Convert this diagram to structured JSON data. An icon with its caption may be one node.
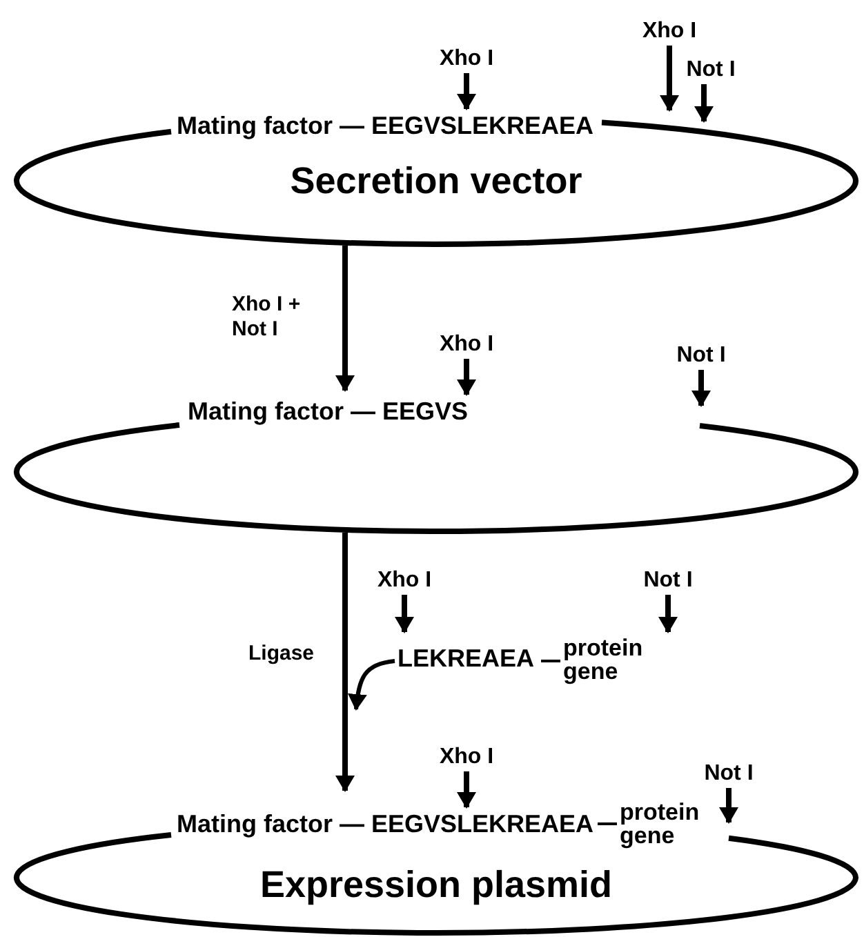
{
  "diagram": {
    "nodes": [
      {
        "text": [
          "Mating factor — EEGVSLEKREAEA",
          "Secretion vector"
        ]
      },
      {
        "text": [
          "Xho I"
        ]
      },
      {
        "text": [
          "Xho I"
        ]
      },
      {
        "text": [
          "Not I"
        ]
      },
      {
        "text": [
          "Mating factor — EEGVS"
        ]
      },
      {
        "text": [
          "Xho I"
        ]
      },
      {
        "text": [
          "Not I"
        ]
      },
      {
        "text": [
          "LEKREAEA",
          "protein gene"
        ]
      },
      {
        "text": [
          "Xho I"
        ]
      },
      {
        "text": [
          "Not I"
        ]
      },
      {
        "text": [
          "Mating factor — EEGVSLEKREAEA",
          "protein gene",
          "Expression plasmid"
        ]
      },
      {
        "text": [
          "Xho I"
        ]
      },
      {
        "text": [
          "Not I"
        ]
      }
    ],
    "edges": [
      {
        "from": 1,
        "to": 0,
        "arrow": "to"
      },
      {
        "from": 2,
        "to": 0,
        "arrow": "to"
      },
      {
        "from": 3,
        "to": 0,
        "arrow": "to"
      },
      {
        "from": 0,
        "to": 4,
        "arrow": "to",
        "label": "Xho I + Not I"
      },
      {
        "from": 5,
        "to": 4,
        "arrow": "to"
      },
      {
        "from": 6,
        "to": 4,
        "arrow": "to"
      },
      {
        "from": 8,
        "to": 7,
        "arrow": "to"
      },
      {
        "from": 9,
        "to": 7,
        "arrow": "to"
      },
      {
        "from": 4,
        "to": 10,
        "arrow": "to",
        "label": "Ligase"
      },
      {
        "from": 7,
        "to": null,
        "arrow": "to"
      },
      {
        "from": 11,
        "to": 10,
        "arrow": "to"
      },
      {
        "from": 12,
        "to": 10,
        "arrow": "to"
      }
    ]
  }
}
